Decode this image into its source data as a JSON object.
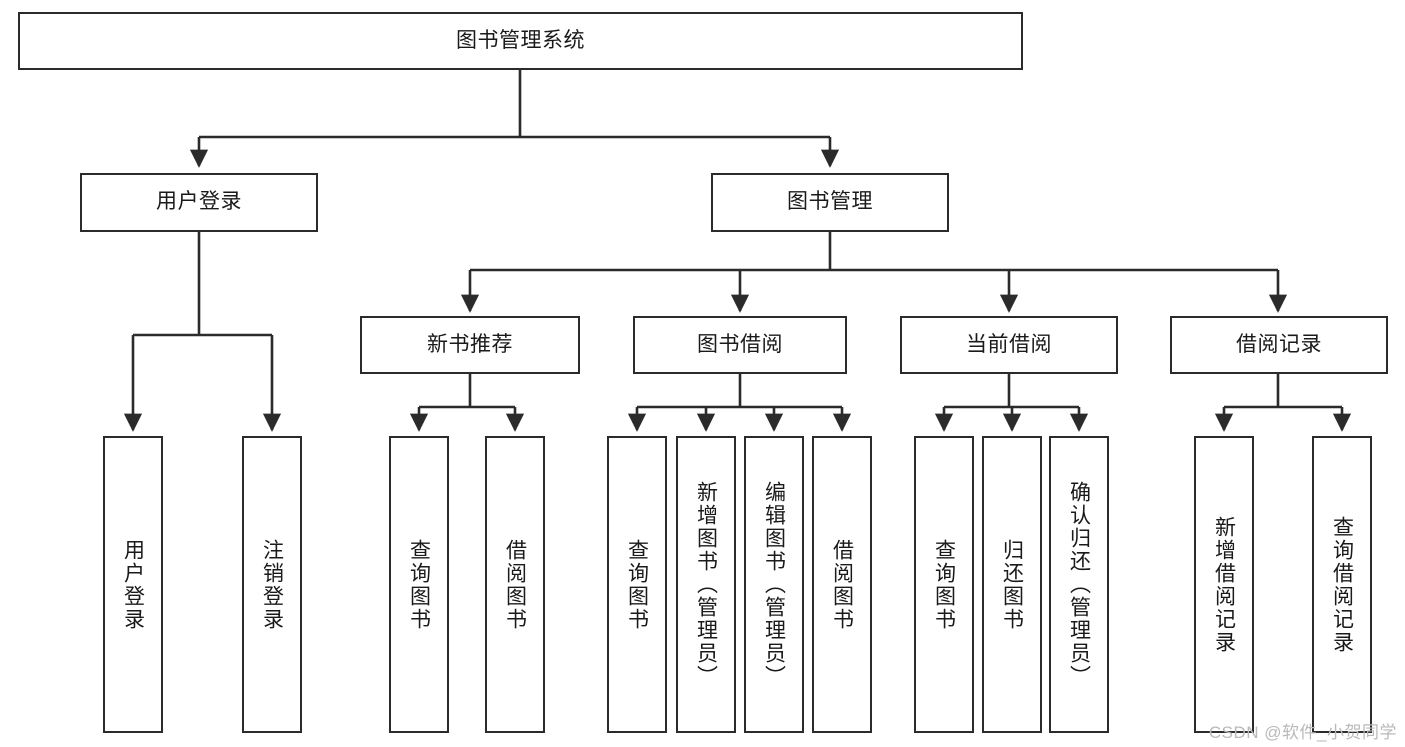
{
  "diagram": {
    "type": "tree-hierarchy-chart",
    "title": "图书管理系统",
    "root": {
      "id": "root",
      "label": "图书管理系统",
      "orientation": "horizontal"
    },
    "level2": [
      {
        "id": "user-login",
        "label": "用户登录",
        "orientation": "horizontal"
      },
      {
        "id": "book-manage",
        "label": "图书管理",
        "orientation": "horizontal"
      }
    ],
    "level3": [
      {
        "id": "new-book-recommend",
        "label": "新书推荐",
        "orientation": "horizontal",
        "parent": "book-manage"
      },
      {
        "id": "book-borrow",
        "label": "图书借阅",
        "orientation": "horizontal",
        "parent": "book-manage"
      },
      {
        "id": "current-borrow",
        "label": "当前借阅",
        "orientation": "horizontal",
        "parent": "book-manage"
      },
      {
        "id": "borrow-record",
        "label": "借阅记录",
        "orientation": "horizontal",
        "parent": "book-manage"
      }
    ],
    "leaves": [
      {
        "id": "leaf-user-login",
        "label": "用户登录",
        "parent": "user-login"
      },
      {
        "id": "leaf-logout-login",
        "label": "注销登录",
        "parent": "user-login"
      },
      {
        "id": "leaf-query-book-1",
        "label": "查询图书",
        "parent": "new-book-recommend"
      },
      {
        "id": "leaf-borrow-book-1",
        "label": "借阅图书",
        "parent": "new-book-recommend"
      },
      {
        "id": "leaf-query-book-2",
        "label": "查询图书",
        "parent": "book-borrow"
      },
      {
        "id": "leaf-add-book",
        "label": "新增图书（管理员）",
        "parent": "book-borrow"
      },
      {
        "id": "leaf-edit-book",
        "label": "编辑图书（管理员）",
        "parent": "book-borrow"
      },
      {
        "id": "leaf-borrow-book-2",
        "label": "借阅图书",
        "parent": "book-borrow"
      },
      {
        "id": "leaf-query-book-3",
        "label": "查询图书",
        "parent": "current-borrow"
      },
      {
        "id": "leaf-return-book",
        "label": "归还图书",
        "parent": "current-borrow"
      },
      {
        "id": "leaf-confirm-return",
        "label": "确认归还（管理员）",
        "parent": "current-borrow"
      },
      {
        "id": "leaf-add-record",
        "label": "新增借阅记录",
        "parent": "borrow-record"
      },
      {
        "id": "leaf-query-record",
        "label": "查询借阅记录",
        "parent": "borrow-record"
      }
    ],
    "colors": {
      "stroke": "#2b2b2b",
      "fill": "#ffffff",
      "text": "#1a1a1a",
      "watermark": "#b9b9b9"
    }
  },
  "watermark": {
    "text": "CSDN @软件_小贺同学"
  }
}
